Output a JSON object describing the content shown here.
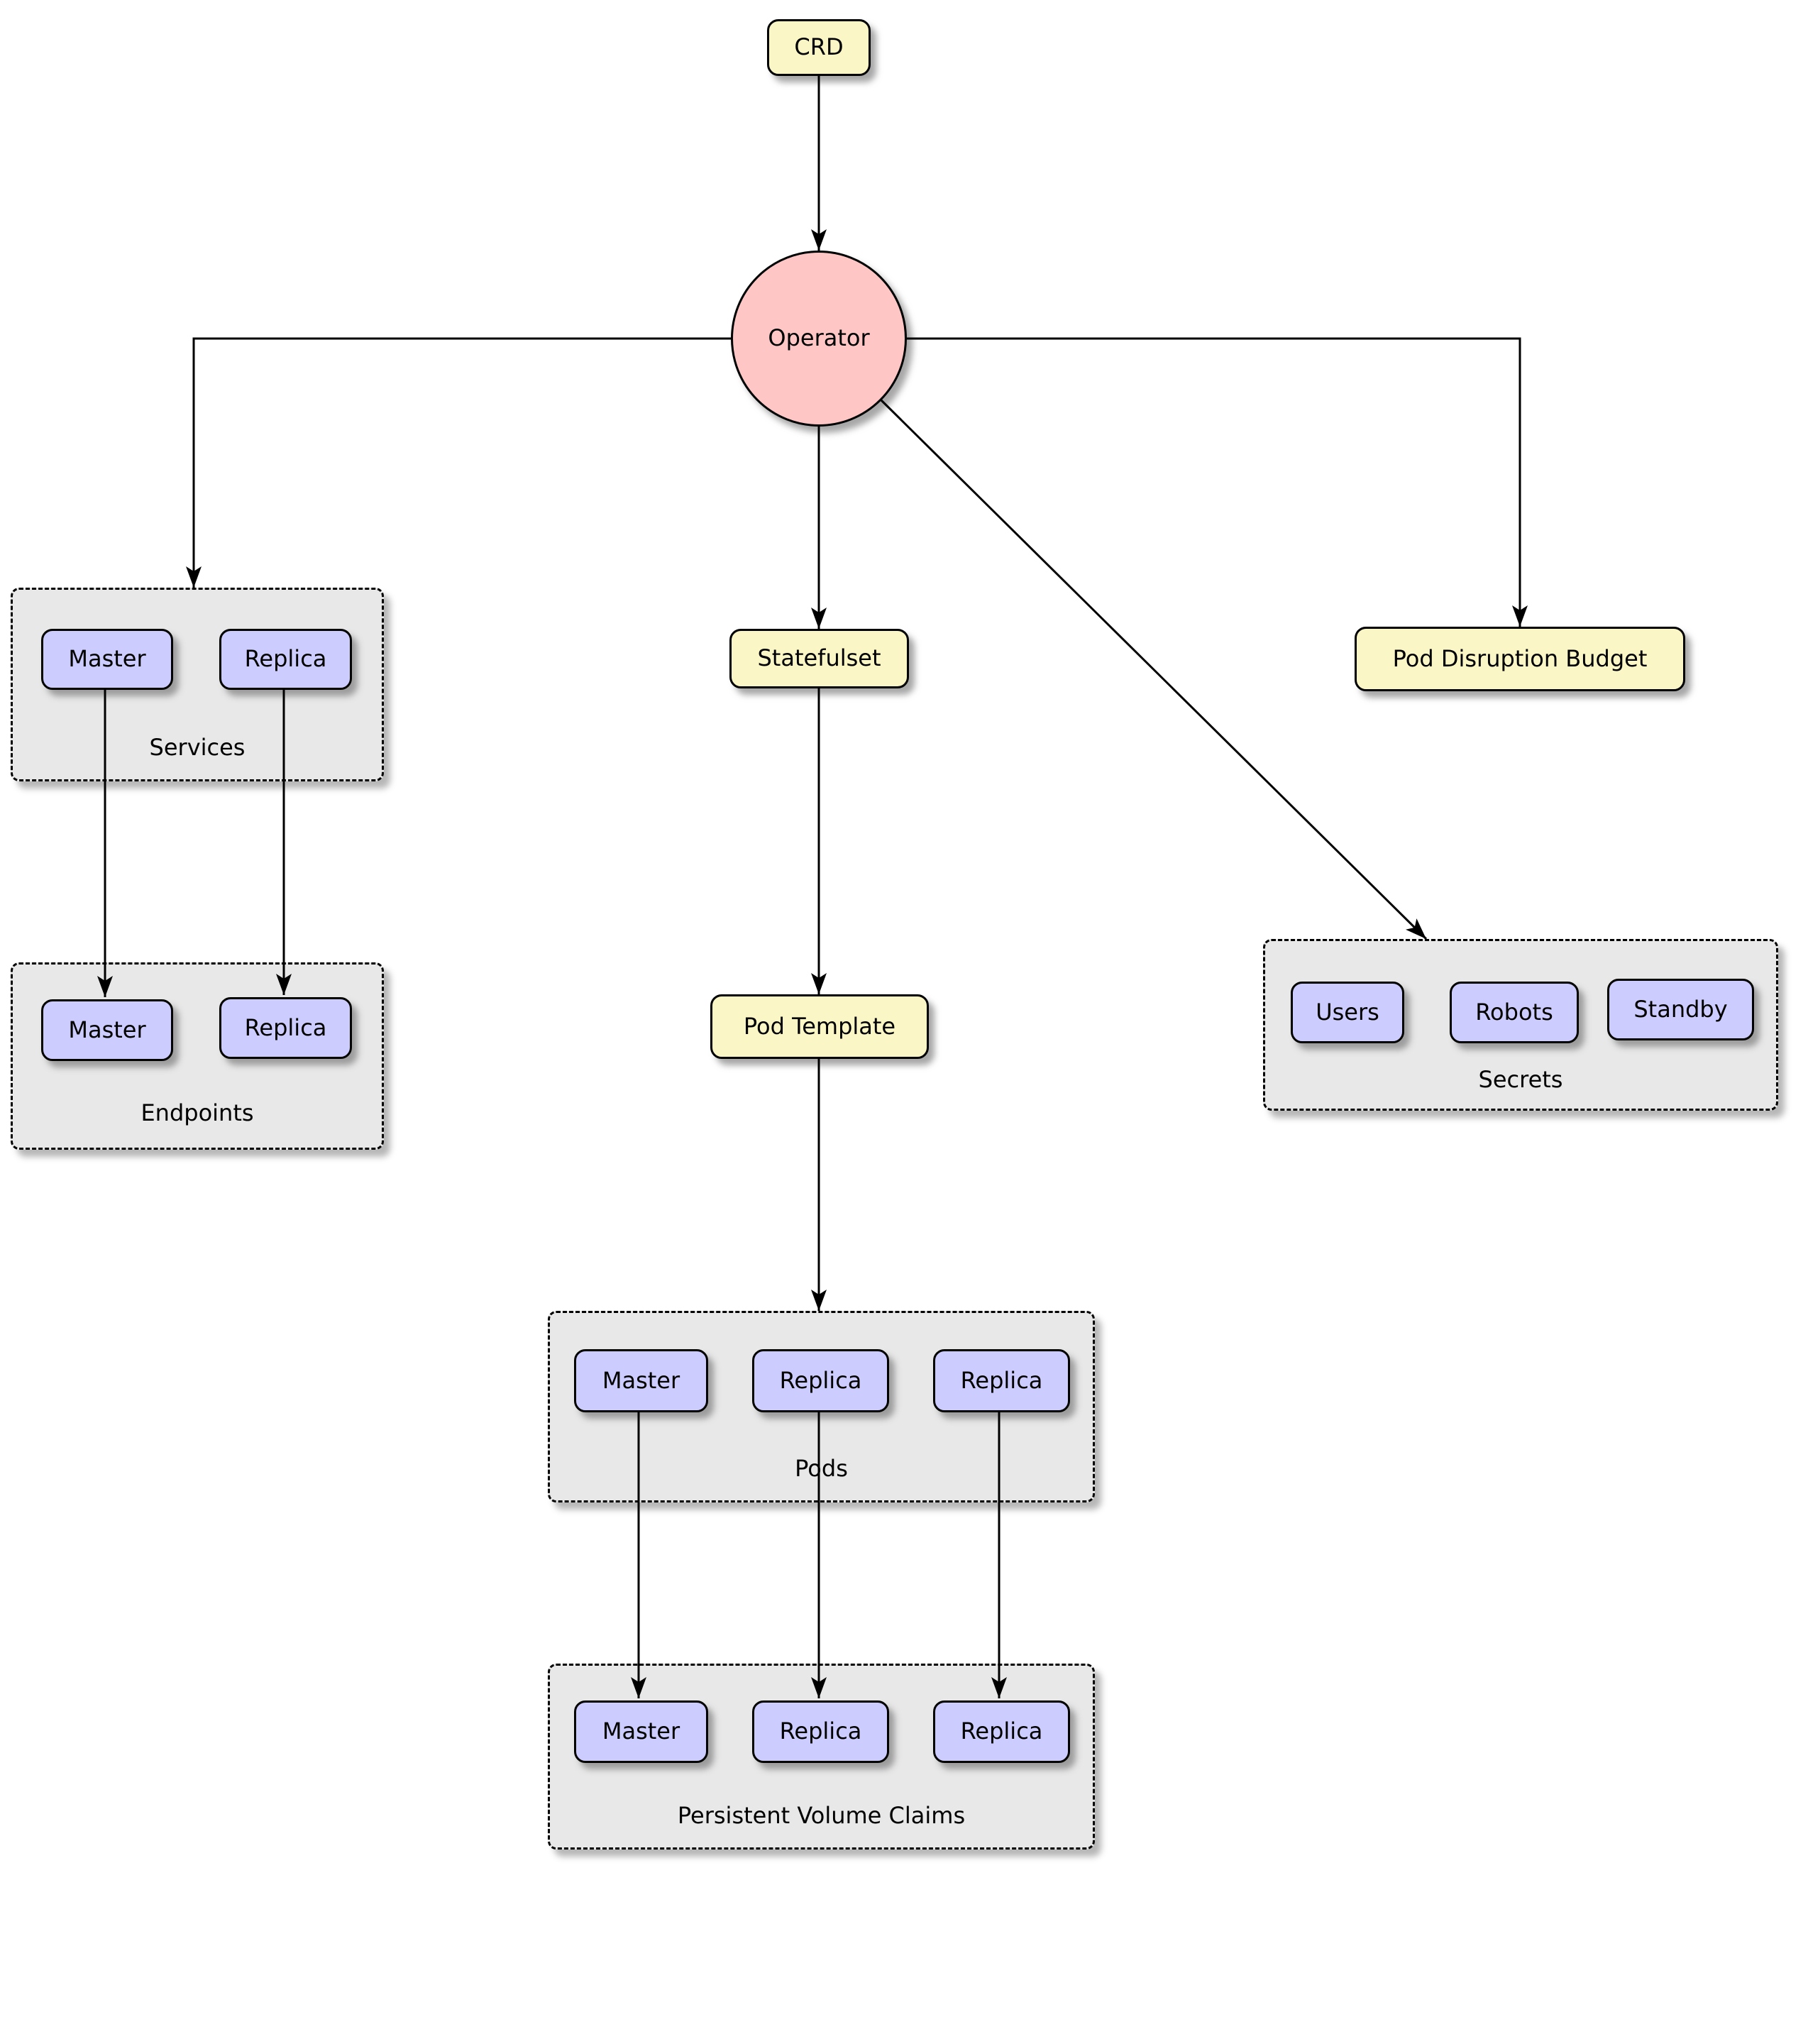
{
  "colors": {
    "yellow": "#FBF6C5",
    "purple": "#CCCCFF",
    "pink": "#FFC6C6",
    "groupbg": "#E8E8E8",
    "line": "#000000"
  },
  "nodes": {
    "crd": "CRD",
    "operator": "Operator",
    "statefulset": "Statefulset",
    "pod_template": "Pod Template",
    "pod_disruption_budget": "Pod Disruption Budget"
  },
  "groups": {
    "services": {
      "label": "Services",
      "items": [
        "Master",
        "Replica"
      ]
    },
    "endpoints": {
      "label": "Endpoints",
      "items": [
        "Master",
        "Replica"
      ]
    },
    "secrets": {
      "label": "Secrets",
      "items": [
        "Users",
        "Robots",
        "Standby"
      ]
    },
    "pods": {
      "label": "Pods",
      "items": [
        "Master",
        "Replica",
        "Replica"
      ]
    },
    "persistent_volume_claims": {
      "label": "Persistent Volume Claims",
      "items": [
        "Master",
        "Replica",
        "Replica"
      ]
    }
  },
  "edges": [
    {
      "from": "crd",
      "to": "operator"
    },
    {
      "from": "operator",
      "to": "services"
    },
    {
      "from": "operator",
      "to": "statefulset"
    },
    {
      "from": "operator",
      "to": "pod_disruption_budget"
    },
    {
      "from": "operator",
      "to": "secrets"
    },
    {
      "from": "services.master",
      "to": "endpoints.master"
    },
    {
      "from": "services.replica",
      "to": "endpoints.replica"
    },
    {
      "from": "statefulset",
      "to": "pod_template"
    },
    {
      "from": "pod_template",
      "to": "pods"
    },
    {
      "from": "pods.master",
      "to": "persistent_volume_claims.master"
    },
    {
      "from": "pods.replica1",
      "to": "persistent_volume_claims.replica1"
    },
    {
      "from": "pods.replica2",
      "to": "persistent_volume_claims.replica2"
    }
  ]
}
